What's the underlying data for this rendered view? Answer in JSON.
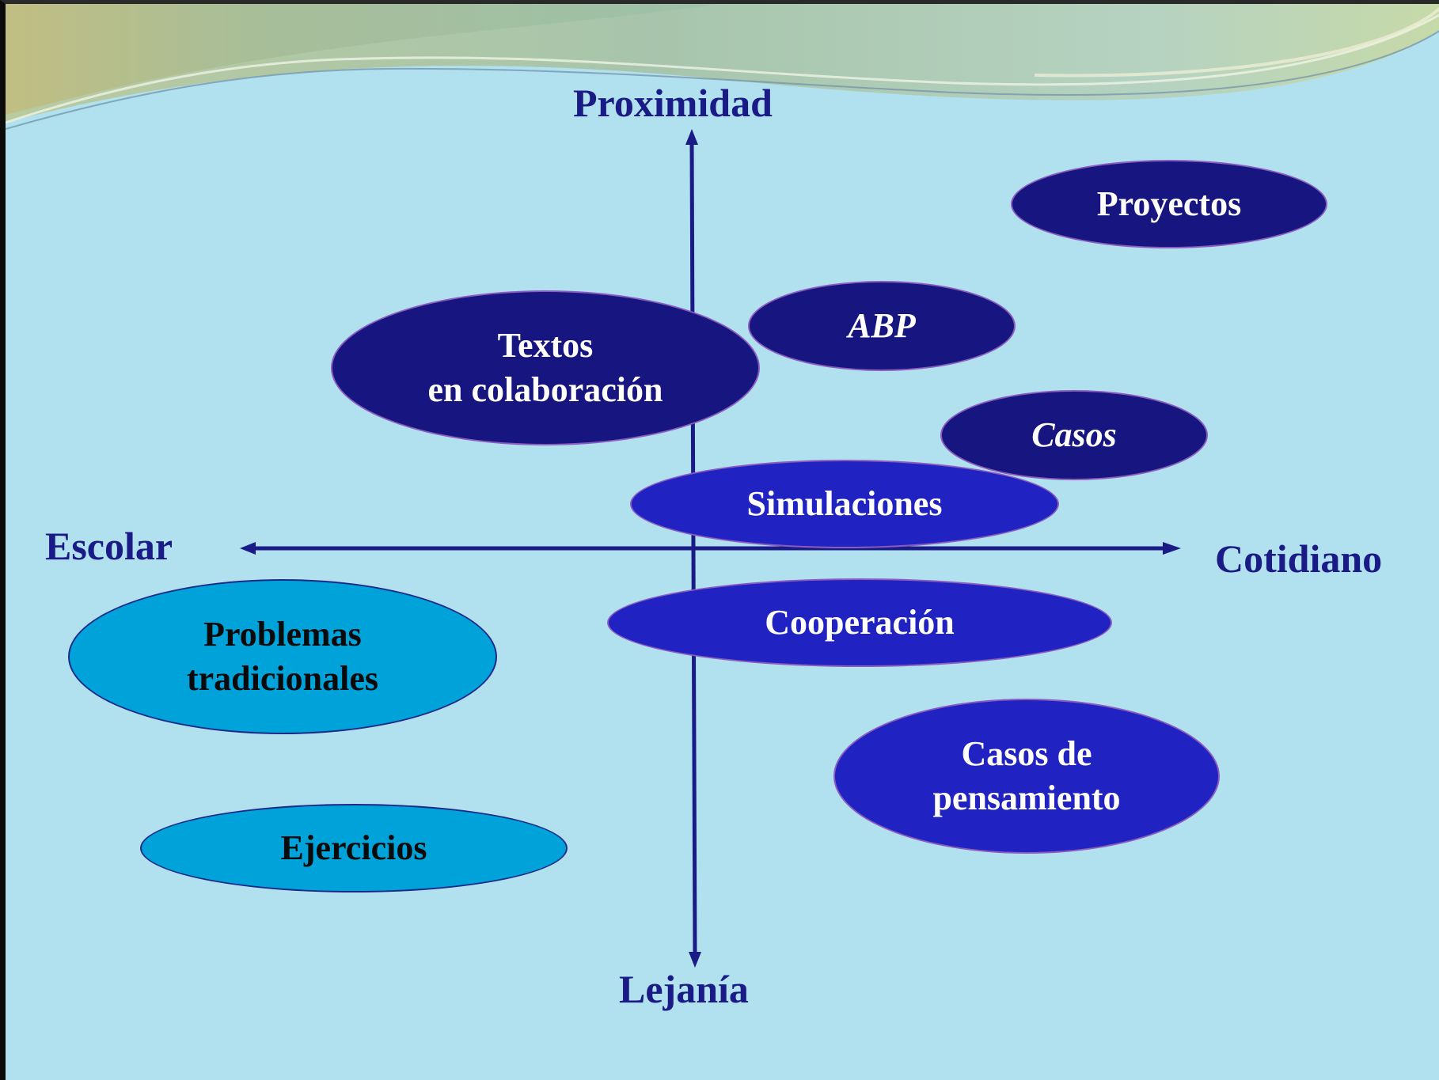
{
  "axes": {
    "top": "Proximidad",
    "bottom": "Lejanía",
    "left": "Escolar",
    "right": "Cotidiano"
  },
  "items": {
    "proyectos": {
      "lines": [
        "Proyectos"
      ]
    },
    "abp": {
      "lines": [
        "ABP"
      ]
    },
    "textos": {
      "lines": [
        "Textos",
        "en colaboración"
      ]
    },
    "casos": {
      "lines": [
        "Casos"
      ]
    },
    "simulaciones": {
      "lines": [
        "Simulaciones"
      ]
    },
    "cooperacion": {
      "lines": [
        "Cooperación"
      ]
    },
    "problemas": {
      "lines": [
        "Problemas",
        "tradicionales"
      ]
    },
    "casos_pensamiento": {
      "lines": [
        "Casos de",
        "pensamiento"
      ]
    },
    "ejercicios": {
      "lines": [
        "Ejercicios"
      ]
    }
  },
  "colors": {
    "background": "#b1e0ee",
    "axis": "#1b1b87",
    "dark_bubble": "#17157f",
    "mid_bubble": "#2122c2",
    "light_bubble": "#00a3d9"
  }
}
